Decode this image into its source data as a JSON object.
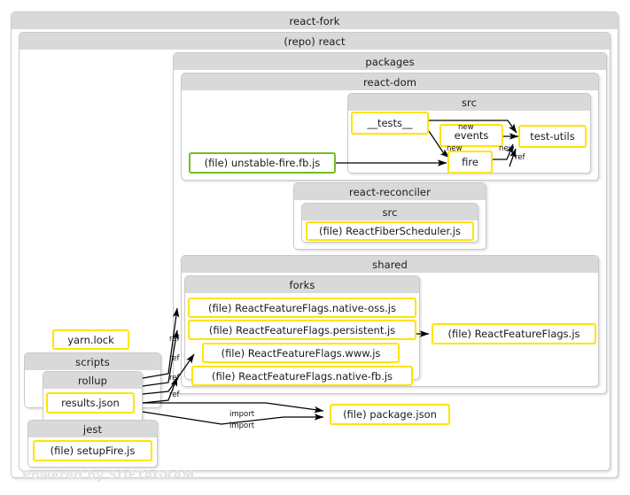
{
  "diagram": {
    "type": "dependency-graph",
    "watermark": "Powered by SOFTAGRAM",
    "colors": {
      "node_border_default": "#ffe400",
      "node_border_highlight": "#76bc21",
      "group_header_bg": "#d9d9d9",
      "group_border": "#c9c9c9",
      "edge": "#000000",
      "watermark": "#e3e3e6",
      "background": "#ffffff"
    },
    "groups": [
      {
        "id": "react-fork",
        "label": "react-fork",
        "depth": 0
      },
      {
        "id": "repo-react",
        "label": "(repo) react",
        "depth": 1
      },
      {
        "id": "packages",
        "label": "packages",
        "depth": 2
      },
      {
        "id": "react-dom",
        "label": "react-dom",
        "depth": 3
      },
      {
        "id": "react-dom-src",
        "label": "src",
        "depth": 4
      },
      {
        "id": "react-reconciler",
        "label": "react-reconciler",
        "depth": 3
      },
      {
        "id": "react-reconciler-src",
        "label": "src",
        "depth": 4
      },
      {
        "id": "shared",
        "label": "shared",
        "depth": 3
      },
      {
        "id": "forks",
        "label": "forks",
        "depth": 4
      },
      {
        "id": "scripts",
        "label": "scripts",
        "depth": 2
      },
      {
        "id": "rollup",
        "label": "rollup",
        "depth": 3
      },
      {
        "id": "jest",
        "label": "jest",
        "depth": 2
      }
    ],
    "nodes": [
      {
        "id": "tests",
        "label": "__tests__",
        "parent": "react-dom-src",
        "style": "default"
      },
      {
        "id": "events",
        "label": "events",
        "parent": "react-dom-src",
        "style": "default"
      },
      {
        "id": "test-utils",
        "label": "test-utils",
        "parent": "react-dom-src",
        "style": "default"
      },
      {
        "id": "fire",
        "label": "fire",
        "parent": "react-dom-src",
        "style": "default"
      },
      {
        "id": "unstable-fire",
        "label": "(file) unstable-fire.fb.js",
        "parent": "react-dom",
        "style": "highlight"
      },
      {
        "id": "fiber-scheduler",
        "label": "(file) ReactFiberScheduler.js",
        "parent": "react-reconciler-src",
        "style": "default"
      },
      {
        "id": "flags-native-oss",
        "label": "(file) ReactFeatureFlags.native-oss.js",
        "parent": "forks",
        "style": "default"
      },
      {
        "id": "flags-persistent",
        "label": "(file) ReactFeatureFlags.persistent.js",
        "parent": "forks",
        "style": "default"
      },
      {
        "id": "flags-www",
        "label": "(file) ReactFeatureFlags.www.js",
        "parent": "forks",
        "style": "default"
      },
      {
        "id": "flags-native-fb",
        "label": "(file) ReactFeatureFlags.native-fb.js",
        "parent": "forks",
        "style": "default"
      },
      {
        "id": "flags",
        "label": "(file) ReactFeatureFlags.js",
        "parent": "shared",
        "style": "default"
      },
      {
        "id": "yarn-lock",
        "label": "yarn.lock",
        "parent": "repo-react",
        "style": "default"
      },
      {
        "id": "results-json",
        "label": "results.json",
        "parent": "rollup",
        "style": "default"
      },
      {
        "id": "setup-fire",
        "label": "(file) setupFire.js",
        "parent": "jest",
        "style": "default"
      },
      {
        "id": "package-json",
        "label": "(file) package.json",
        "parent": "repo-react",
        "style": "default"
      }
    ],
    "edges": [
      {
        "from": "tests",
        "to": "test-utils",
        "label": ""
      },
      {
        "from": "tests",
        "to": "fire",
        "label": "new"
      },
      {
        "from": "events",
        "to": "test-utils",
        "label": "new"
      },
      {
        "from": "fire",
        "to": "test-utils",
        "label": "new"
      },
      {
        "from": "fire",
        "to": "test-utils",
        "label": "ref"
      },
      {
        "from": "unstable-fire",
        "to": "fire",
        "label": ""
      },
      {
        "from": "rollup",
        "to": "flags-native-oss",
        "label": "ref"
      },
      {
        "from": "rollup",
        "to": "flags-persistent",
        "label": "ref"
      },
      {
        "from": "rollup",
        "to": "flags-www",
        "label": "ref"
      },
      {
        "from": "rollup",
        "to": "flags-native-fb",
        "label": "ref"
      },
      {
        "from": "flags-persistent",
        "to": "flags",
        "label": ""
      },
      {
        "from": "rollup",
        "to": "package-json",
        "label": "import"
      },
      {
        "from": "results-json",
        "to": "package-json",
        "label": "import"
      }
    ],
    "edge_labels": {
      "new": "new",
      "ref": "ref",
      "import": "import"
    }
  }
}
